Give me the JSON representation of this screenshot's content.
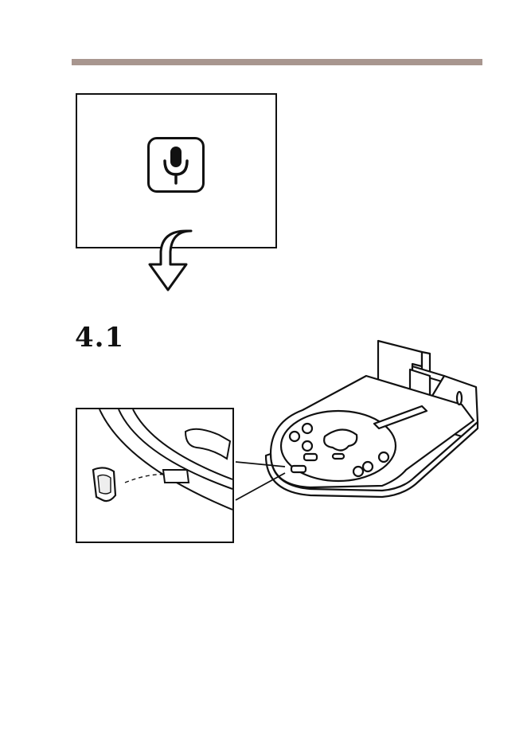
{
  "page": {
    "section_number": "4.1",
    "rule_color": "#a8968f",
    "line_color": "#111111"
  },
  "icons": {
    "microphone": "microphone-icon",
    "arrow": "curved-down-arrow-icon",
    "bracket": "mounting-bracket-illustration",
    "plug": "cover-plug-illustration"
  }
}
